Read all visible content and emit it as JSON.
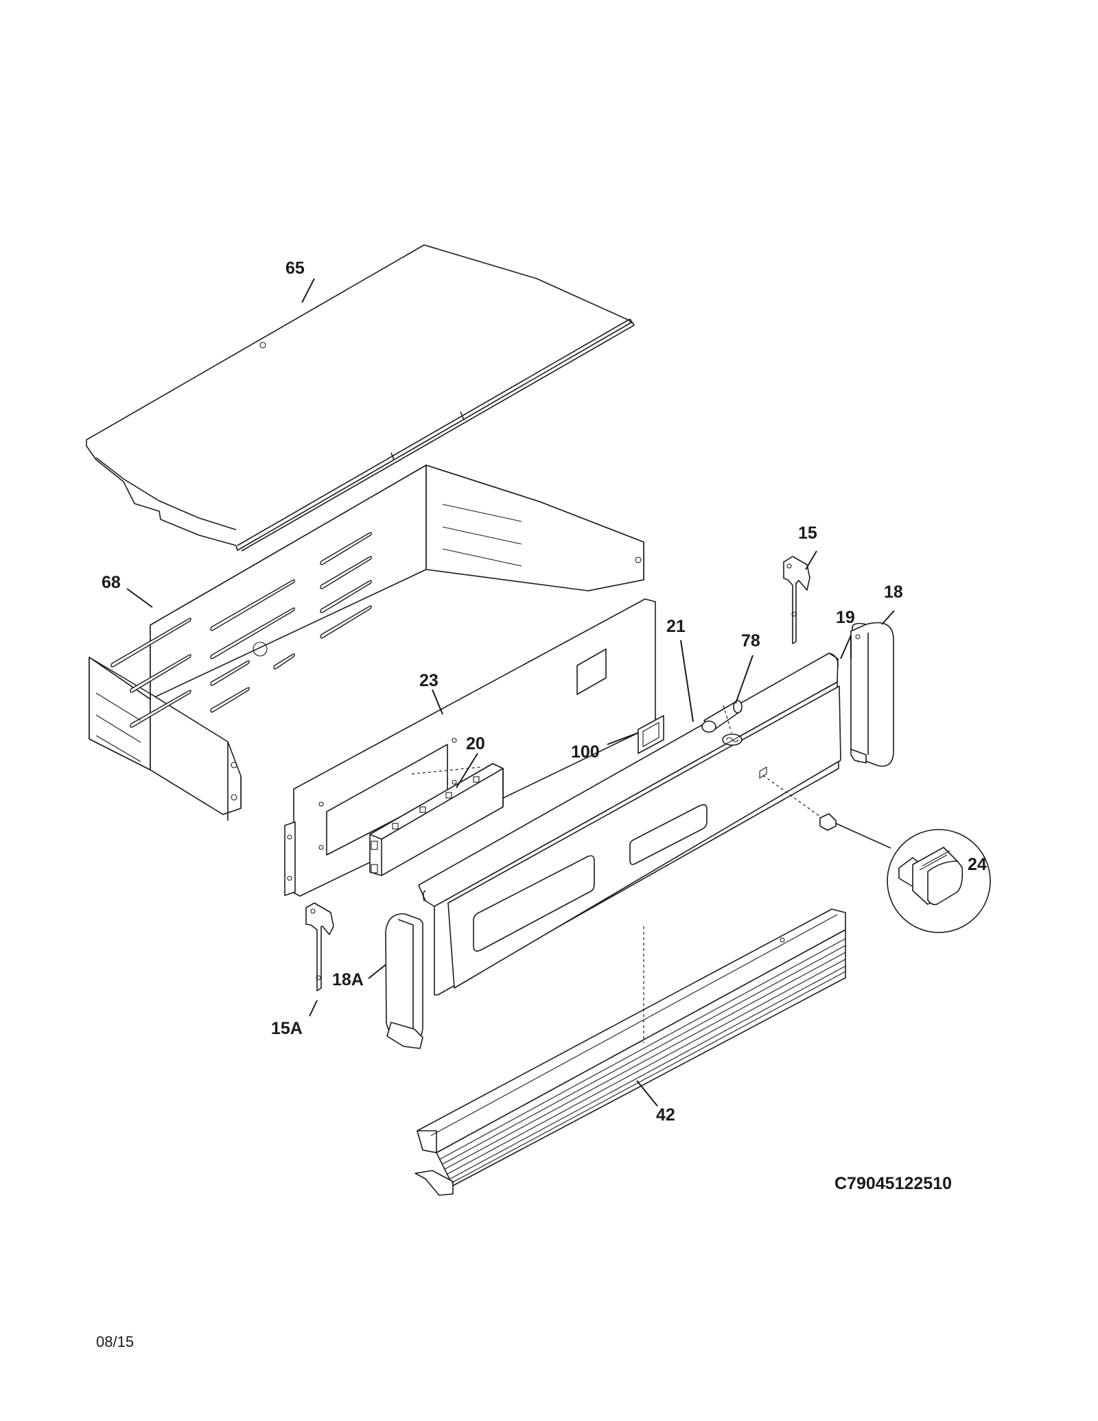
{
  "diagram_code": "C79045122510",
  "date_code": "08/15",
  "callouts": {
    "c65": "65",
    "c68": "68",
    "c23": "23",
    "c20": "20",
    "c100": "100",
    "c21": "21",
    "c78": "78",
    "c15": "15",
    "c19": "19",
    "c18": "18",
    "c24": "24",
    "c15A": "15A",
    "c18A": "18A",
    "c42": "42"
  }
}
